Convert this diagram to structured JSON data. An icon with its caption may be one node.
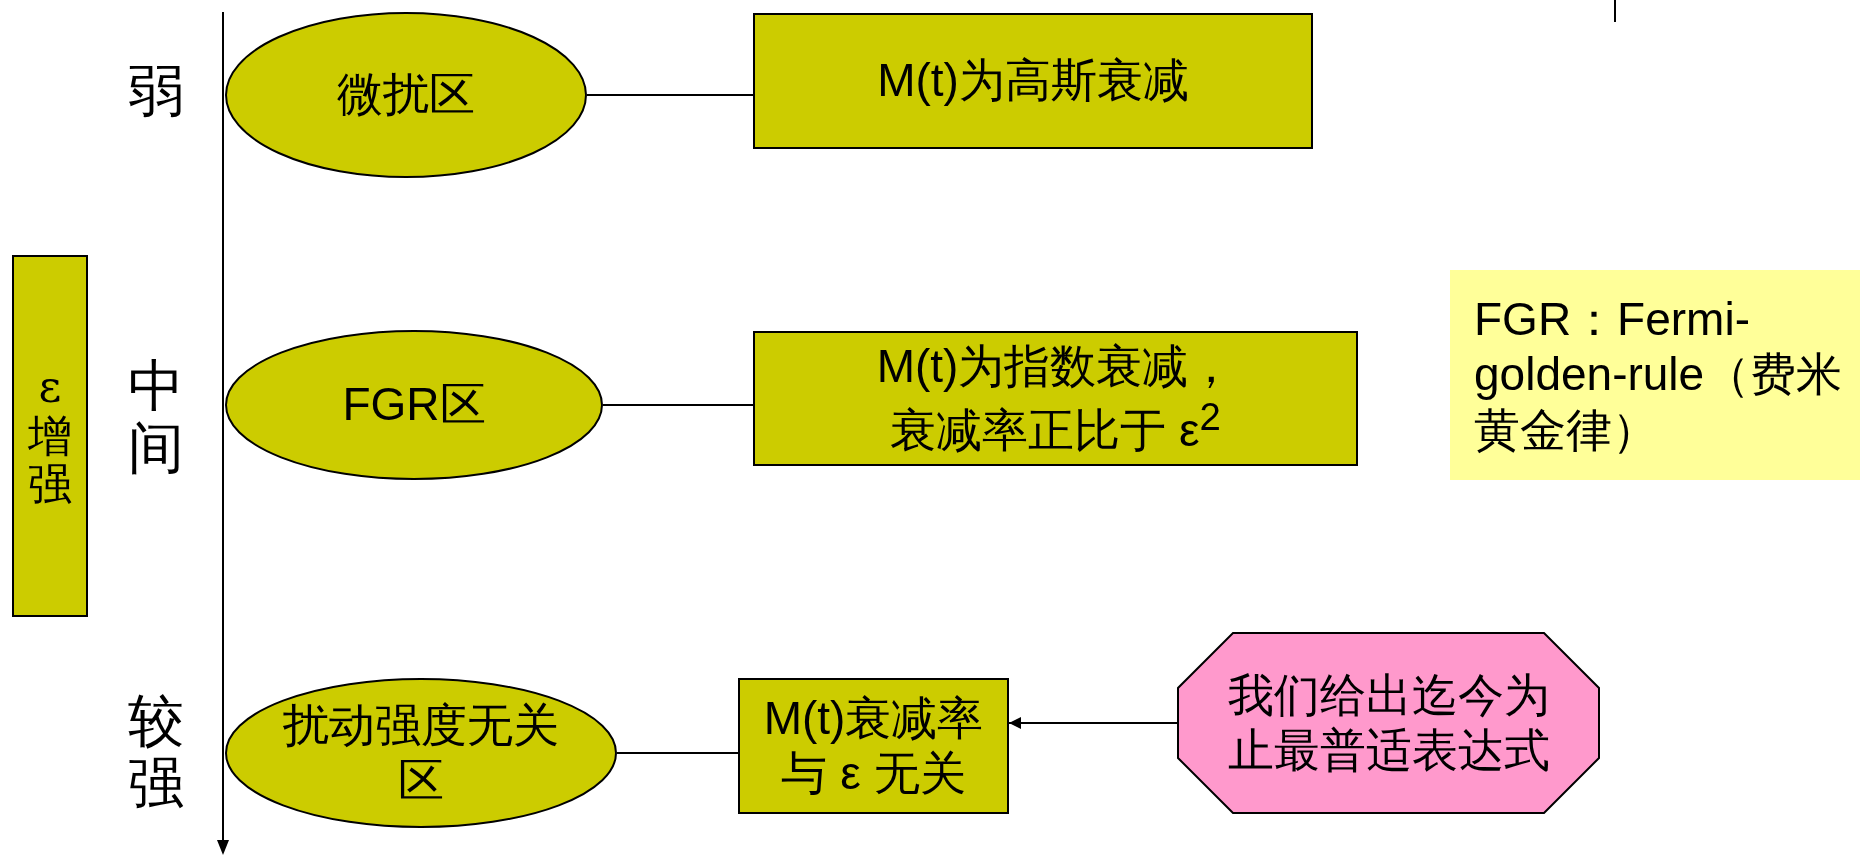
{
  "diagram": {
    "nodes": [
      {
        "text": [
          "ε 增强"
        ]
      },
      {
        "text": [
          "微扰区"
        ]
      },
      {
        "text": [
          "M(t)为高斯衰减"
        ]
      },
      {
        "text": [
          "FGR区"
        ]
      },
      {
        "text": [
          "M(t)为指数衰减，",
          "衰减率正比于 ε$^{2}$"
        ]
      },
      {
        "text": [
          "FGR：Fermi-golden-rule（费米黄金律）"
        ]
      },
      {
        "text": [
          "扰动强度无关区"
        ]
      },
      {
        "text": [
          "M(t)衰减率与 ε 无关"
        ]
      },
      {
        "text": [
          "我们给出迄今为止最普适表达式"
        ]
      }
    ],
    "edges": [
      {
        "from": 1,
        "to": 2,
        "arrow": "none"
      },
      {
        "from": 3,
        "to": 4,
        "arrow": "none"
      },
      {
        "from": 6,
        "to": 7,
        "arrow": "none"
      },
      {
        "from": 8,
        "to": 7,
        "arrow": "to"
      }
    ],
    "labels": [
      "弱",
      "中间",
      "较强"
    ]
  }
}
